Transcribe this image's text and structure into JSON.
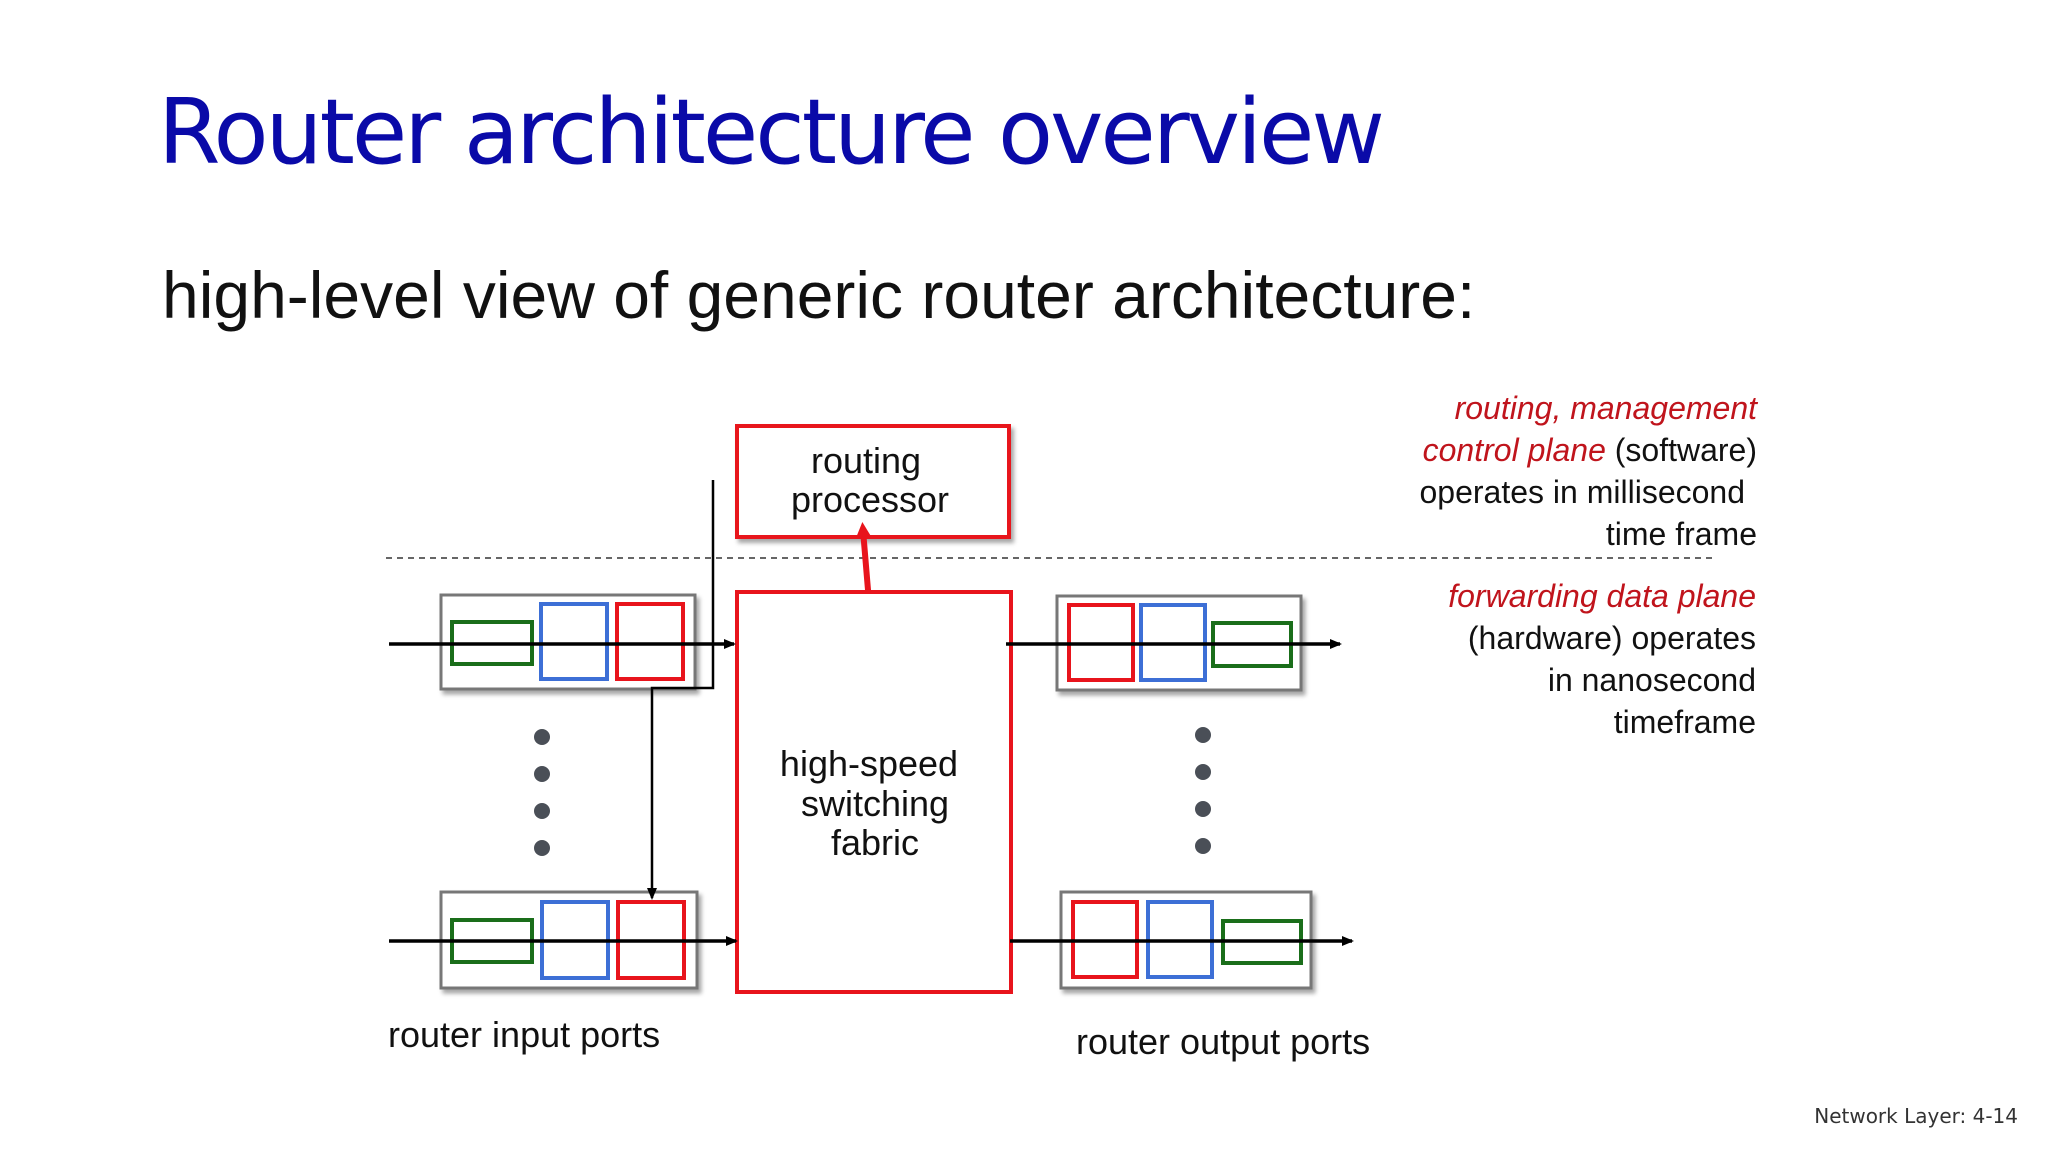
{
  "slide": {
    "title": "Router architecture overview",
    "subtitle": "high-level view of generic router architecture:",
    "footer": "Network Layer: 4-14"
  },
  "diagram": {
    "routing_processor": {
      "line1": "routing",
      "line2": "processor"
    },
    "switching_fabric": {
      "line1": "high-speed",
      "line2": "switching",
      "line3": "fabric"
    },
    "input_ports_label": "router input ports",
    "output_ports_label": "router output ports",
    "control_plane_note": {
      "line1_red": "routing, management",
      "line2_red": "control plane",
      "line2_black": " (software)",
      "line3": "operates in millisecond",
      "line4": "time frame"
    },
    "data_plane_note": {
      "line1_red": "forwarding data plane",
      "line2": "(hardware) operates",
      "line3": "in nanosecond",
      "line4": "timeframe"
    },
    "colors": {
      "title": "#0a0aa8",
      "accent_red": "#e8141c",
      "note_red": "#c0141c",
      "queue_green": "#1a6e1a",
      "queue_blue": "#3d6fd6",
      "port_border": "#777777"
    }
  }
}
